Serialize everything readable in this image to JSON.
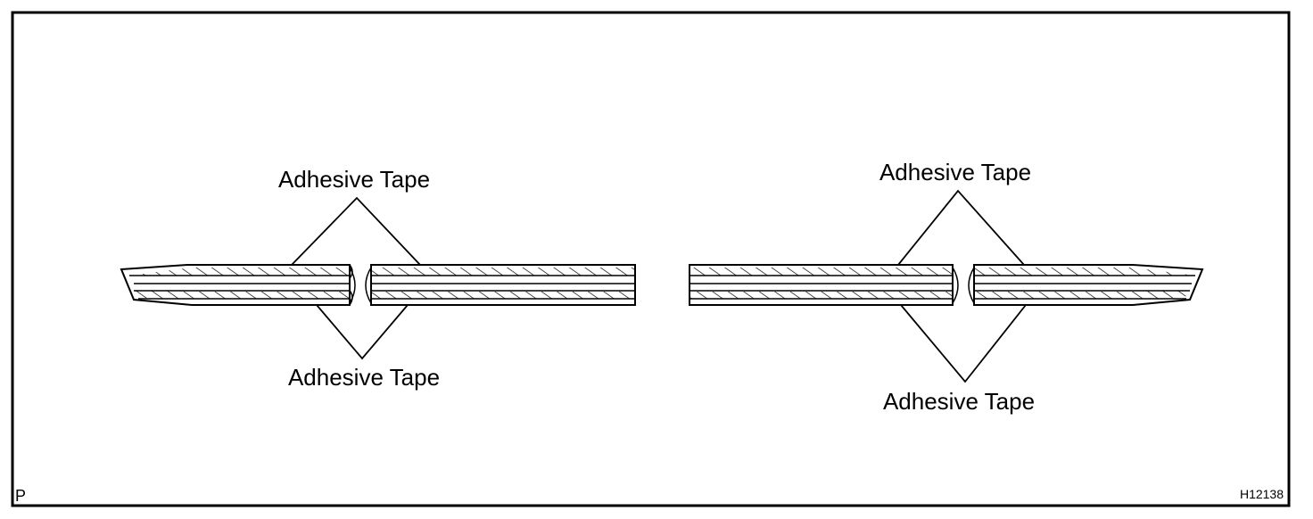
{
  "diagram": {
    "labels": {
      "left_top": "Adhesive Tape",
      "left_bottom": "Adhesive Tape",
      "right_top": "Adhesive Tape",
      "right_bottom": "Adhesive Tape"
    },
    "corner_mark": "P",
    "figure_code": "H12138",
    "colors": {
      "line": "#000000",
      "background": "#ffffff"
    }
  }
}
